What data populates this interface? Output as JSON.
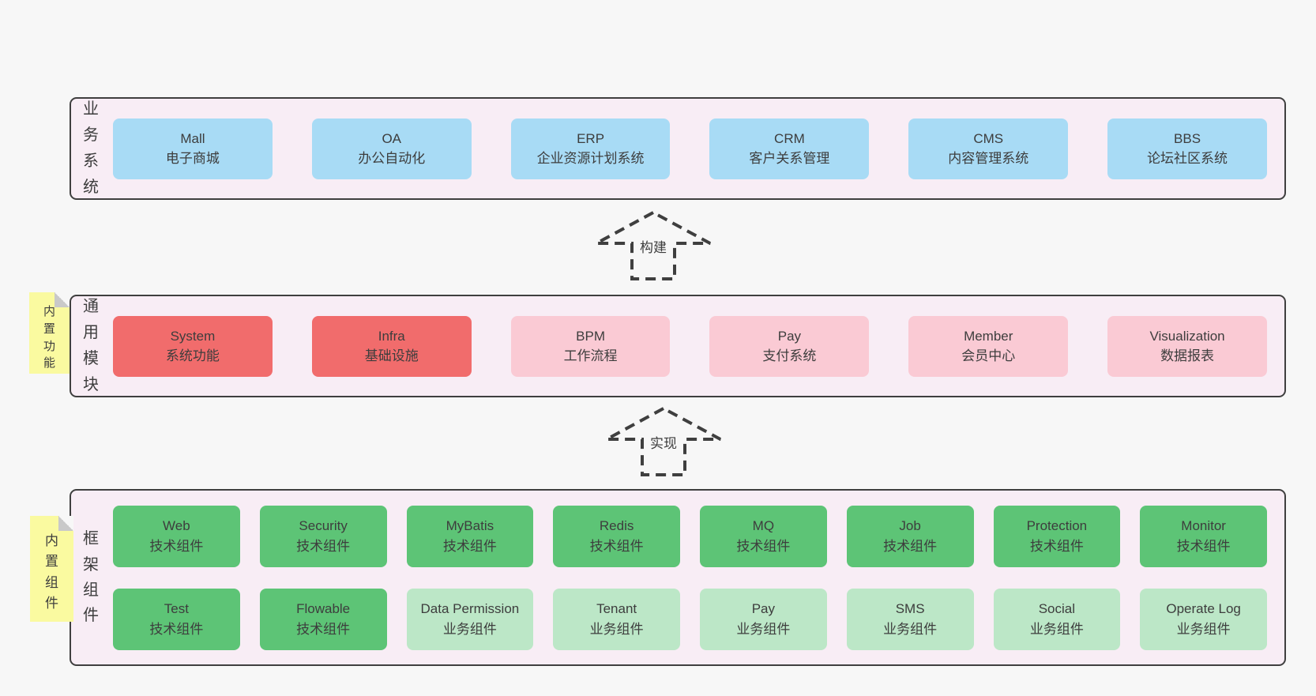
{
  "colors": {
    "page_bg": "#f7f7f7",
    "container_bg": "#f8edf5",
    "border": "#3f3f3f",
    "text": "#3d3d3d",
    "blue": "#a8dbf5",
    "red": "#f16c6c",
    "pink": "#facad4",
    "green_dark": "#5dc476",
    "green_light": "#bce7c7",
    "sticky": "#fafaa0",
    "fold": "#c9c9c9"
  },
  "arrows": {
    "build": "构建",
    "implement": "实现"
  },
  "layers": {
    "business": {
      "label": "业务系统",
      "items": [
        {
          "title": "Mall",
          "subtitle": "电子商城",
          "variant": "blue"
        },
        {
          "title": "OA",
          "subtitle": "办公自动化",
          "variant": "blue"
        },
        {
          "title": "ERP",
          "subtitle": "企业资源计划系统",
          "variant": "blue"
        },
        {
          "title": "CRM",
          "subtitle": "客户关系管理",
          "variant": "blue"
        },
        {
          "title": "CMS",
          "subtitle": "内容管理系统",
          "variant": "blue"
        },
        {
          "title": "BBS",
          "subtitle": "论坛社区系统",
          "variant": "blue"
        }
      ]
    },
    "modules": {
      "label": "通用模块",
      "sticky": "内置功能",
      "items": [
        {
          "title": "System",
          "subtitle": "系统功能",
          "variant": "red"
        },
        {
          "title": "Infra",
          "subtitle": "基础设施",
          "variant": "red"
        },
        {
          "title": "BPM",
          "subtitle": "工作流程",
          "variant": "pink"
        },
        {
          "title": "Pay",
          "subtitle": "支付系统",
          "variant": "pink"
        },
        {
          "title": "Member",
          "subtitle": "会员中心",
          "variant": "pink"
        },
        {
          "title": "Visualization",
          "subtitle": "数据报表",
          "variant": "pink"
        }
      ]
    },
    "components": {
      "label": "框架组件",
      "sticky": "内置组件",
      "row1": [
        {
          "title": "Web",
          "subtitle": "技术组件",
          "variant": "green-dark"
        },
        {
          "title": "Security",
          "subtitle": "技术组件",
          "variant": "green-dark"
        },
        {
          "title": "MyBatis",
          "subtitle": "技术组件",
          "variant": "green-dark"
        },
        {
          "title": "Redis",
          "subtitle": "技术组件",
          "variant": "green-dark"
        },
        {
          "title": "MQ",
          "subtitle": "技术组件",
          "variant": "green-dark"
        },
        {
          "title": "Job",
          "subtitle": "技术组件",
          "variant": "green-dark"
        },
        {
          "title": "Protection",
          "subtitle": "技术组件",
          "variant": "green-dark"
        },
        {
          "title": "Monitor",
          "subtitle": "技术组件",
          "variant": "green-dark"
        }
      ],
      "row2": [
        {
          "title": "Test",
          "subtitle": "技术组件",
          "variant": "green-dark"
        },
        {
          "title": "Flowable",
          "subtitle": "技术组件",
          "variant": "green-dark"
        },
        {
          "title": "Data Permission",
          "subtitle": "业务组件",
          "variant": "green-light"
        },
        {
          "title": "Tenant",
          "subtitle": "业务组件",
          "variant": "green-light"
        },
        {
          "title": "Pay",
          "subtitle": "业务组件",
          "variant": "green-light"
        },
        {
          "title": "SMS",
          "subtitle": "业务组件",
          "variant": "green-light"
        },
        {
          "title": "Social",
          "subtitle": "业务组件",
          "variant": "green-light"
        },
        {
          "title": "Operate Log",
          "subtitle": "业务组件",
          "variant": "green-light"
        }
      ]
    }
  }
}
